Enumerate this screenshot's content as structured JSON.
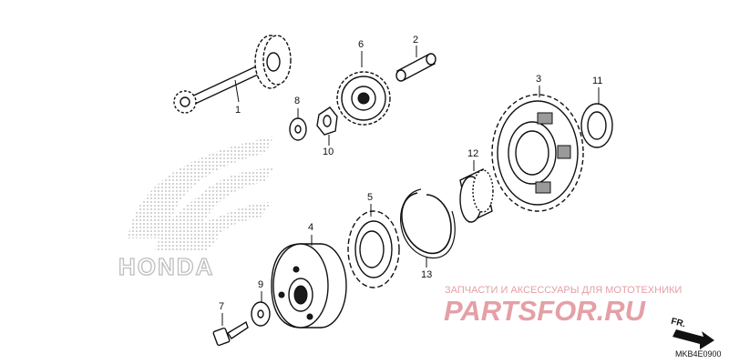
{
  "parts": {
    "p1": "1",
    "p2": "2",
    "p3": "3",
    "p4": "4",
    "p5": "5",
    "p6": "6",
    "p7": "7",
    "p8": "8",
    "p9": "9",
    "p10": "10",
    "p11": "11",
    "p12": "12",
    "p13": "13"
  },
  "watermark": {
    "brand": "HONDA",
    "shop_tagline": "ЗАПЧАСТИ И АКСЕССУАРЫ ДЛЯ МОТОТЕХНИКИ",
    "shop_name": "PARTSFOR.RU"
  },
  "direction_label": "FR.",
  "diagram_code": "MKB4E0900",
  "colors": {
    "line": "#111111",
    "watermark_grey": "#bdbdbd",
    "shop_red": "#e4a0a6"
  }
}
